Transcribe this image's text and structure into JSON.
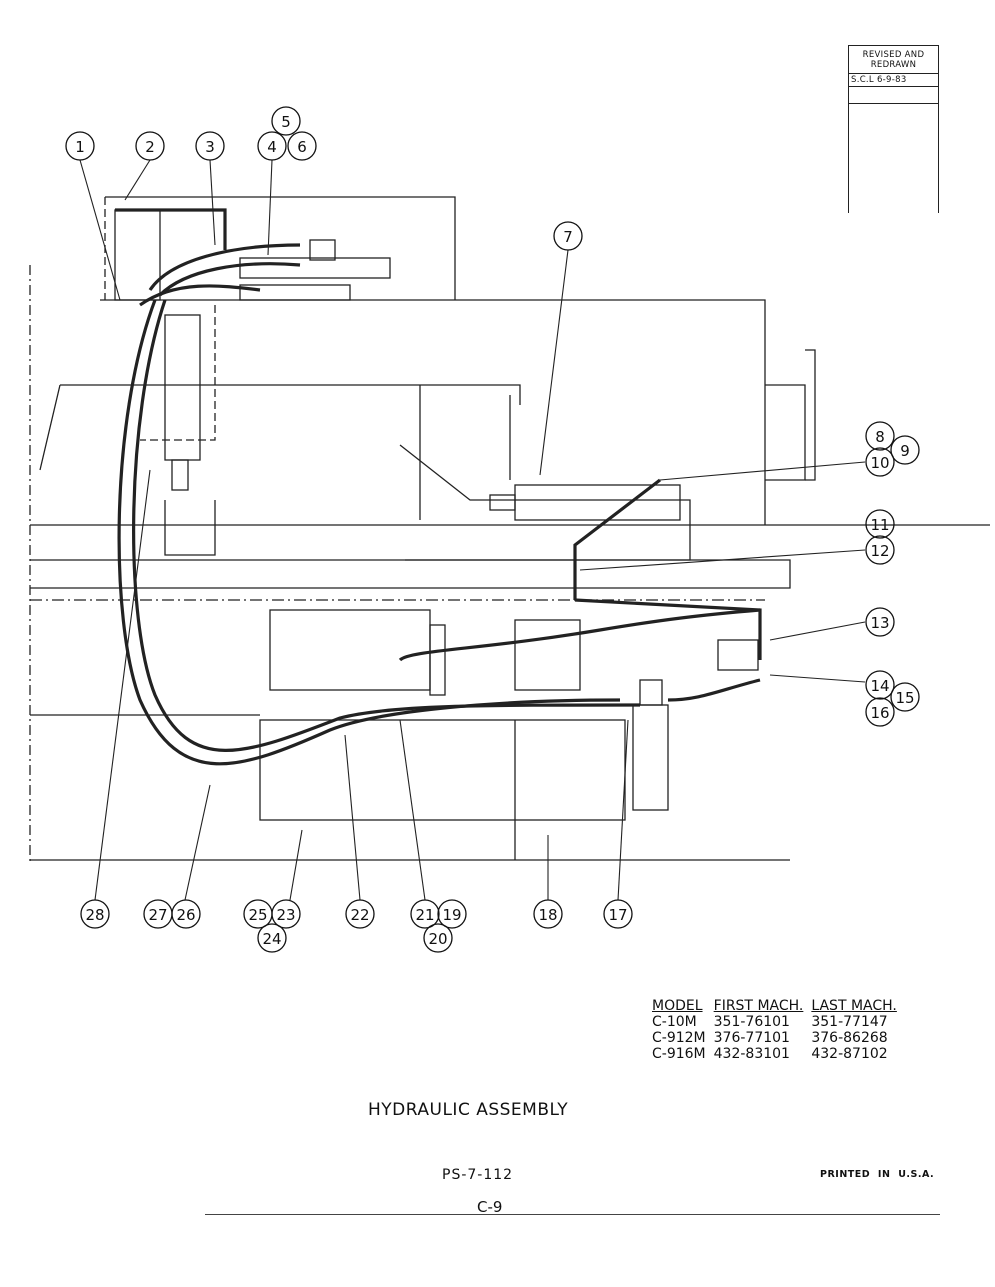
{
  "revision": {
    "line1": "REVISED AND",
    "line2": "REDRAWN",
    "initials_date": "S.C.L 6-9-83"
  },
  "callouts": [
    "1",
    "2",
    "3",
    "4",
    "5",
    "6",
    "7",
    "8",
    "9",
    "10",
    "11",
    "12",
    "13",
    "14",
    "15",
    "16",
    "17",
    "18",
    "19",
    "20",
    "21",
    "22",
    "23",
    "24",
    "25",
    "26",
    "27",
    "28"
  ],
  "model_table": {
    "headers": [
      "MODEL",
      "FIRST MACH.",
      "LAST MACH."
    ],
    "rows": [
      [
        "C-10M",
        "351-76101",
        "351-77147"
      ],
      [
        "C-912M",
        "376-77101",
        "376-86268"
      ],
      [
        "C-916M",
        "432-83101",
        "432-87102"
      ]
    ]
  },
  "title": "HYDRAULIC ASSEMBLY",
  "page_number": "PS-7-112",
  "printed": "PRINTED IN U.S.A.",
  "sheet": "C-9"
}
